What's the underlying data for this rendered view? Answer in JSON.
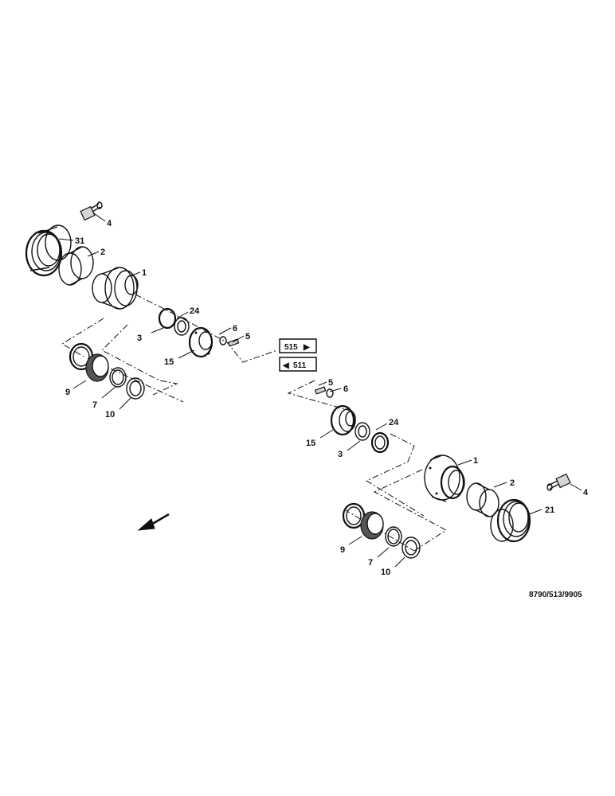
{
  "diagram": {
    "drawing_ref": "8790/513/9905",
    "page_refs": {
      "next": {
        "text": "515",
        "arrow": "▶"
      },
      "prev": {
        "text": "511",
        "arrow": "◀"
      }
    },
    "upper_assembly": {
      "callouts": [
        "4",
        "31",
        "2",
        "1",
        "24",
        "3",
        "6",
        "5",
        "15",
        "9",
        "7",
        "10"
      ]
    },
    "lower_assembly": {
      "callouts": [
        "5",
        "6",
        "24",
        "15",
        "3",
        "1",
        "2",
        "4",
        "21",
        "9",
        "7",
        "10"
      ]
    },
    "icons": {
      "direction_arrow": "front-direction-arrow-icon"
    }
  }
}
